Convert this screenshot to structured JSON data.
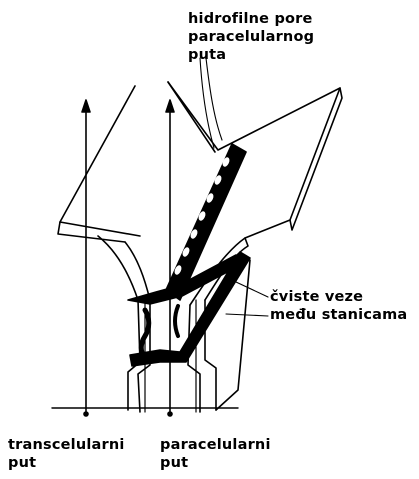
{
  "labels": {
    "hydrophilic_pores": [
      "hidrofilne pore",
      "paracelularnog",
      "puta"
    ],
    "tight_junctions": [
      "čviste veze",
      "među stanicama"
    ],
    "transcellular_route": [
      "transcelularni",
      "put"
    ],
    "paracellular_route": [
      "paracelularni",
      "put"
    ]
  },
  "colors": {
    "ink": "#000000",
    "background": "#ffffff"
  }
}
